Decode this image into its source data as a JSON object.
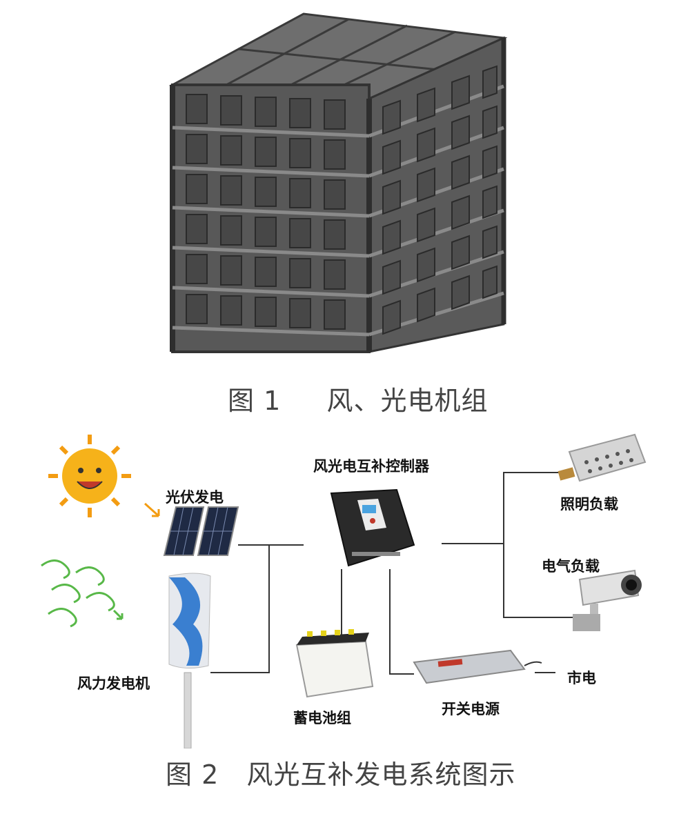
{
  "figure1": {
    "caption_number": "图 1",
    "caption_text": "风、光电机组"
  },
  "figure2": {
    "caption_number": "图 2",
    "caption_text": "风光互补发电系统图示",
    "labels": {
      "controller": "风光电互补控制器",
      "pv": "光伏发电",
      "wind_turbine": "风力发电机",
      "battery": "蓄电池组",
      "switching_psu": "开关电源",
      "grid": "市电",
      "lighting_load": "照明负载",
      "electrical_load": "电气负载"
    }
  },
  "colors": {
    "frame": "#4a4a4a",
    "panel": "#6e6e6e",
    "sun": "#f6b21a",
    "wind": "#58b848",
    "turbine_blue": "#3a7fd0",
    "line": "#333333"
  },
  "icons": [
    "sun-icon",
    "wind-icon",
    "solar-panel-icon",
    "wind-turbine-icon",
    "controller-icon",
    "battery-icon",
    "power-supply-icon",
    "led-lamp-icon",
    "cctv-camera-icon"
  ]
}
